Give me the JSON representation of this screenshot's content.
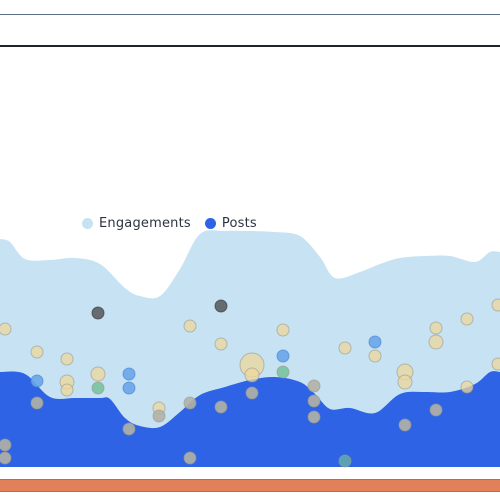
{
  "chart_data": {
    "type": "area",
    "series": [
      {
        "name": "Engagements",
        "color": "#c6e2f3",
        "x": [
          0,
          10,
          25,
          50,
          75,
          100,
          125,
          140,
          160,
          180,
          200,
          225,
          250,
          275,
          300,
          320,
          335,
          360,
          380,
          400,
          425,
          450,
          475,
          490,
          500
        ],
        "y": [
          228,
          225,
          208,
          207,
          209,
          203,
          179,
          171,
          171,
          198,
          233,
          236,
          236,
          235,
          231,
          210,
          189,
          195,
          203,
          209,
          211,
          211,
          205,
          215,
          215
        ]
      },
      {
        "name": "Posts",
        "color": "#2f63e6",
        "x": [
          0,
          25,
          50,
          75,
          100,
          110,
          125,
          140,
          160,
          180,
          200,
          225,
          250,
          275,
          300,
          315,
          330,
          350,
          375,
          400,
          425,
          450,
          475,
          490,
          500
        ],
        "y": [
          95,
          93,
          70,
          69,
          69,
          68,
          49,
          41,
          40,
          55,
          72,
          80,
          87,
          90,
          85,
          73,
          58,
          59,
          54,
          73,
          75,
          75,
          83,
          95,
          95
        ]
      }
    ],
    "points": [
      {
        "x": 5,
        "y": 138,
        "r": 6,
        "kind": "pale"
      },
      {
        "x": 37,
        "y": 115,
        "r": 6,
        "kind": "pale"
      },
      {
        "x": 37,
        "y": 86,
        "r": 6,
        "kind": "blue"
      },
      {
        "x": 37,
        "y": 64,
        "r": 6,
        "kind": "grey"
      },
      {
        "x": 67,
        "y": 108,
        "r": 6,
        "kind": "pale"
      },
      {
        "x": 67,
        "y": 85,
        "r": 7,
        "kind": "pale"
      },
      {
        "x": 67,
        "y": 77,
        "r": 6,
        "kind": "pale"
      },
      {
        "x": 98,
        "y": 154,
        "r": 6,
        "kind": "dark"
      },
      {
        "x": 98,
        "y": 93,
        "r": 7,
        "kind": "pale"
      },
      {
        "x": 98,
        "y": 79,
        "r": 6,
        "kind": "green"
      },
      {
        "x": 129,
        "y": 93,
        "r": 6,
        "kind": "blue"
      },
      {
        "x": 129,
        "y": 79,
        "r": 6,
        "kind": "blue"
      },
      {
        "x": 129,
        "y": 38,
        "r": 6,
        "kind": "grey"
      },
      {
        "x": 159,
        "y": 59,
        "r": 6,
        "kind": "pale"
      },
      {
        "x": 159,
        "y": 51,
        "r": 6,
        "kind": "grey"
      },
      {
        "x": 190,
        "y": 141,
        "r": 6,
        "kind": "pale"
      },
      {
        "x": 190,
        "y": 64,
        "r": 6,
        "kind": "grey"
      },
      {
        "x": 190,
        "y": 9,
        "r": 6,
        "kind": "grey"
      },
      {
        "x": 221,
        "y": 161,
        "r": 6,
        "kind": "dark"
      },
      {
        "x": 221,
        "y": 123,
        "r": 6,
        "kind": "pale"
      },
      {
        "x": 221,
        "y": 60,
        "r": 6,
        "kind": "grey"
      },
      {
        "x": 252,
        "y": 102,
        "r": 12,
        "kind": "pale"
      },
      {
        "x": 252,
        "y": 92,
        "r": 7,
        "kind": "pale"
      },
      {
        "x": 252,
        "y": 74,
        "r": 6,
        "kind": "grey"
      },
      {
        "x": 283,
        "y": 137,
        "r": 6,
        "kind": "pale"
      },
      {
        "x": 283,
        "y": 111,
        "r": 6,
        "kind": "blue"
      },
      {
        "x": 283,
        "y": 95,
        "r": 6,
        "kind": "green"
      },
      {
        "x": 314,
        "y": 81,
        "r": 6,
        "kind": "grey"
      },
      {
        "x": 314,
        "y": 66,
        "r": 6,
        "kind": "grey"
      },
      {
        "x": 314,
        "y": 50,
        "r": 6,
        "kind": "grey"
      },
      {
        "x": 345,
        "y": 119,
        "r": 6,
        "kind": "pale"
      },
      {
        "x": 345,
        "y": 6,
        "r": 6,
        "kind": "teal"
      },
      {
        "x": 375,
        "y": 125,
        "r": 6,
        "kind": "blue"
      },
      {
        "x": 375,
        "y": 111,
        "r": 6,
        "kind": "pale"
      },
      {
        "x": 405,
        "y": 95,
        "r": 8,
        "kind": "pale"
      },
      {
        "x": 405,
        "y": 85,
        "r": 7,
        "kind": "pale"
      },
      {
        "x": 405,
        "y": 42,
        "r": 6,
        "kind": "grey"
      },
      {
        "x": 436,
        "y": 139,
        "r": 6,
        "kind": "pale"
      },
      {
        "x": 436,
        "y": 125,
        "r": 7,
        "kind": "pale"
      },
      {
        "x": 436,
        "y": 57,
        "r": 6,
        "kind": "grey"
      },
      {
        "x": 467,
        "y": 148,
        "r": 6,
        "kind": "pale"
      },
      {
        "x": 467,
        "y": 80,
        "r": 6,
        "kind": "pale"
      },
      {
        "x": 498,
        "y": 162,
        "r": 6,
        "kind": "pale"
      },
      {
        "x": 498,
        "y": 103,
        "r": 6,
        "kind": "pale"
      },
      {
        "x": 5,
        "y": 22,
        "r": 6,
        "kind": "grey"
      },
      {
        "x": 5,
        "y": 9,
        "r": 6,
        "kind": "grey"
      }
    ],
    "point_colors": {
      "pale": "#eed79c",
      "blue": "#6aa5ea",
      "grey": "#b3b1a6",
      "dark": "#5b5e61",
      "green": "#78c39e",
      "teal": "#5fa8ad"
    },
    "ylim": [
      0,
      250
    ],
    "xlim": [
      0,
      500
    ]
  }
}
